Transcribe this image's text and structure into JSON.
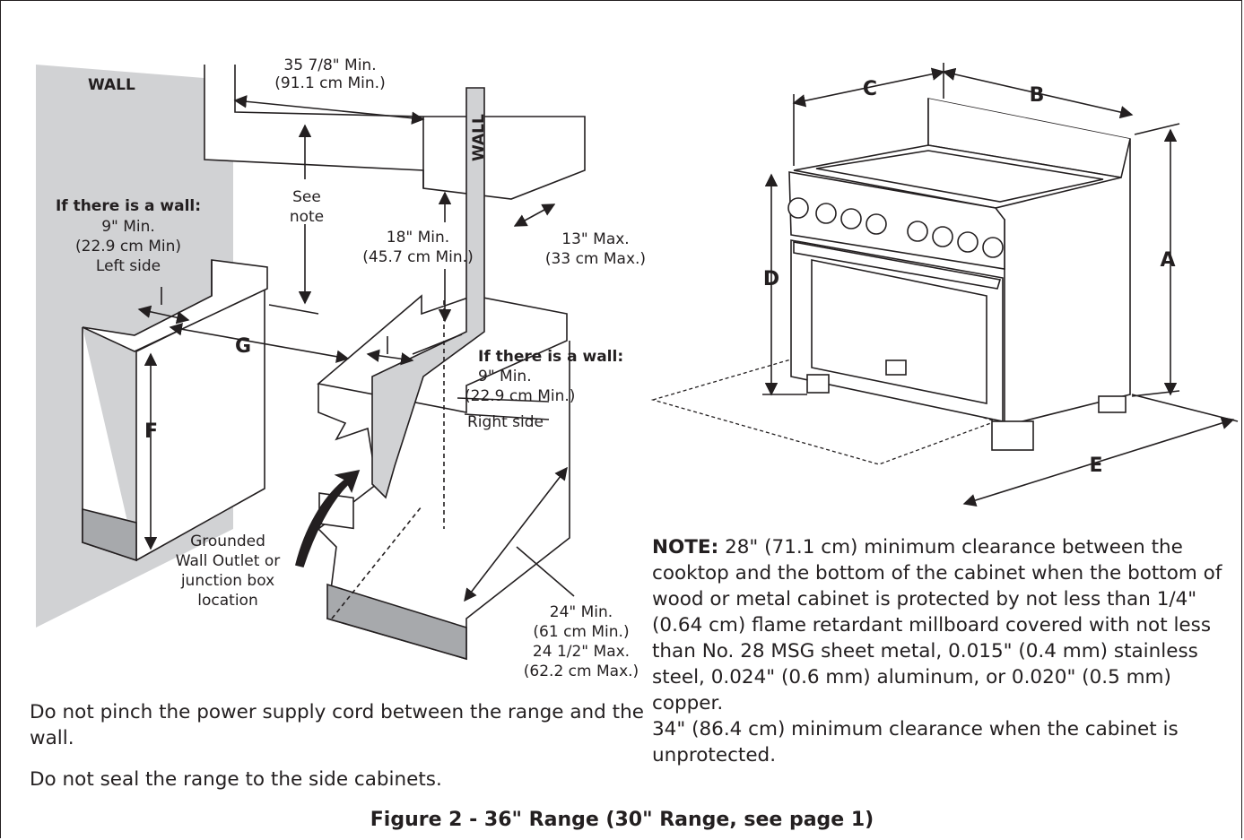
{
  "left_diagram": {
    "wall_left": "WALL",
    "wall_right": "WALL",
    "width_line1": "35 7/8\" Min.",
    "width_line2": "(91.1 cm Min.)",
    "see_note_line1": "See",
    "see_note_line2": "note",
    "left_wall_heading": "If there is a wall:",
    "left_wall_line1": "9\" Min.",
    "left_wall_line2": "(22.9 cm Min)",
    "left_wall_line3": "Left side",
    "height_line1": "18\" Min.",
    "height_line2": "(45.7 cm Min.)",
    "depth_line1": "13\" Max.",
    "depth_line2": "(33 cm Max.)",
    "right_wall_heading": "If there is a wall:",
    "right_wall_line1": "9\" Min.",
    "right_wall_line2": "(22.9 cm Min.)",
    "right_wall_line3": "Right side",
    "label_g": "G",
    "label_f": "F",
    "outlet_line1": "Grounded",
    "outlet_line2": "Wall Outlet or",
    "outlet_line3": "junction box",
    "outlet_line4": "location",
    "cab_depth_line1": "24\" Min.",
    "cab_depth_line2": "(61 cm Min.)",
    "cab_depth_line3": "24 1/2\" Max.",
    "cab_depth_line4": "(62.2 cm Max.)"
  },
  "right_diagram": {
    "label_a": "A",
    "label_b": "B",
    "label_c": "C",
    "label_d": "D",
    "label_e": "E"
  },
  "note": {
    "heading": "NOTE:",
    "text1": " 28\" (71.1 cm) minimum clearance between the cooktop and the bottom of the cabinet when the bottom of wood or metal cabinet is protected by not less than 1/4\" (0.64 cm) flame retardant millboard covered with not less than No. 28 MSG sheet metal, 0.015\" (0.4 mm) stainless steel, 0.024\" (0.6 mm) aluminum, or 0.020\" (0.5 mm) copper.",
    "text2": "34\" (86.4 cm) minimum clearance when the cabinet is unprotected."
  },
  "instructions": {
    "line1": "Do not pinch the power supply cord between the range and the wall.",
    "line2": "Do not seal the range to the side cabinets."
  },
  "caption": "Figure 2 - 36\" Range (30\" Range, see page 1)",
  "colors": {
    "ink": "#231f20",
    "wall_gray": "#d1d2d4",
    "toe_kick_gray": "#a7a9ac"
  }
}
